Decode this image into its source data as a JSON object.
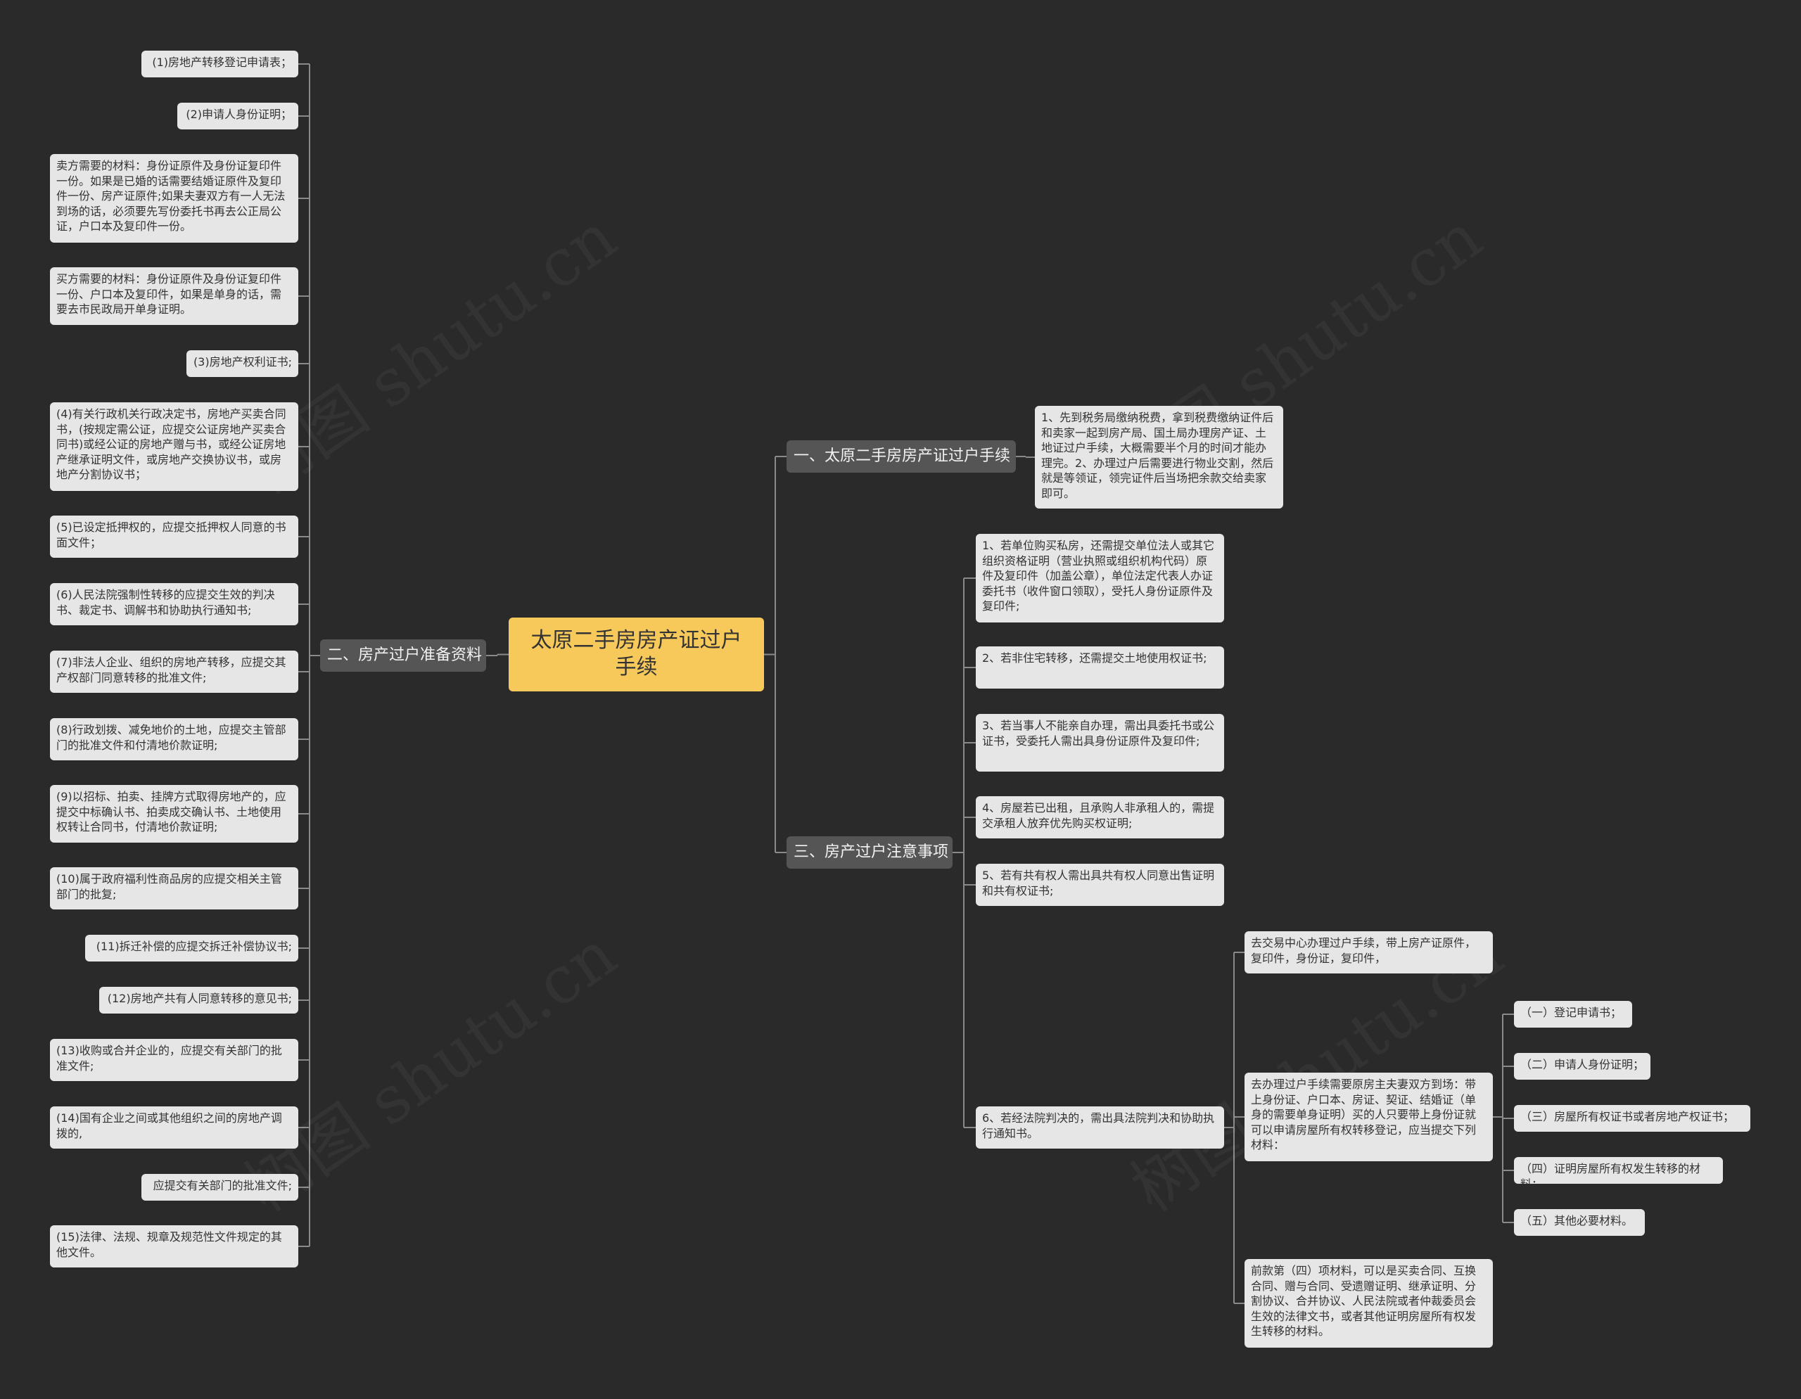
{
  "watermark": "树图 shutu.cn",
  "root": "太原二手房房产证过户手续",
  "branches": {
    "b1": "一、太原二手房房产证过户手续",
    "b2": "二、房产过户准备资料",
    "b3": "三、房产过户注意事项"
  },
  "b1_items": [
    "1、先到税务局缴纳税费，拿到税费缴纳证件后和卖家一起到房产局、国土局办理房产证、土地证过户手续，大概需要半个月的时间才能办理完。2、办理过户后需要进行物业交割，然后就是等领证，领完证件后当场把余款交给卖家即可。"
  ],
  "b2_items": [
    "(1)房地产转移登记申请表；",
    "(2)申请人身份证明；",
    "卖方需要的材料：身份证原件及身份证复印件一份。如果是已婚的话需要结婚证原件及复印件一份、房产证原件;如果夫妻双方有一人无法到场的话，必须要先写份委托书再去公正局公证，户口本及复印件一份。",
    "买方需要的材料：身份证原件及身份证复印件一份、户口本及复印件，如果是单身的话，需要去市民政局开单身证明。",
    "(3)房地产权利证书;",
    "(4)有关行政机关行政决定书，房地产买卖合同书，(按规定需公证，应提交公证房地产买卖合同书)或经公证的房地产赠与书，或经公证房地产继承证明文件，或房地产交换协议书，或房地产分割协议书；",
    "(5)已设定抵押权的，应提交抵押权人同意的书面文件；",
    "(6)人民法院强制性转移的应提交生效的判决书、裁定书、调解书和协助执行通知书;",
    "(7)非法人企业、组织的房地产转移，应提交其产权部门同意转移的批准文件;",
    "(8)行政划拨、减免地价的土地，应提交主管部门的批准文件和付清地价款证明;",
    "(9)以招标、拍卖、挂牌方式取得房地产的，应提交中标确认书、拍卖成交确认书、土地使用权转让合同书，付清地价款证明;",
    "(10)属于政府福利性商品房的应提交相关主管部门的批复;",
    "(11)拆迁补偿的应提交拆迁补偿协议书;",
    "(12)房地产共有人同意转移的意见书;",
    "(13)收购或合并企业的，应提交有关部门的批准文件;",
    "(14)国有企业之间或其他组织之间的房地产调拨的,",
    "应提交有关部门的批准文件;",
    "(15)法律、法规、规章及规范性文件规定的其他文件。"
  ],
  "b3_items": [
    "1、若单位购买私房，还需提交单位法人或其它组织资格证明（营业执照或组织机构代码）原件及复印件（加盖公章），单位法定代表人办证委托书（收件窗口领取），受托人身份证原件及复印件;",
    "2、若非住宅转移，还需提交土地使用权证书;",
    "3、若当事人不能亲自办理，需出具委托书或公证书，受委托人需出具身份证原件及复印件;",
    "4、房屋若已出租，且承购人非承租人的，需提交承租人放弃优先购买权证明;",
    "5、若有共有权人需出具共有权人同意出售证明和共有权证书;",
    "6、若经法院判决的，需出具法院判决和协助执行通知书。"
  ],
  "b3_sub": [
    "去交易中心办理过户手续，带上房产证原件，复印件，身份证，复印件，",
    "去办理过户手续需要原房主夫妻双方到场：带上身份证、户口本、房证、契证、结婚证（单身的需要单身证明）买的人只要带上身份证就可以申请房屋所有权转移登记，应当提交下列材料：",
    "前款第（四）项材料，可以是买卖合同、互换合同、赠与合同、受遗赠证明、继承证明、分割协议、合并协议、人民法院或者仲裁委员会生效的法律文书，或者其他证明房屋所有权发生转移的材料。"
  ],
  "b3_sub_list": [
    "（一）登记申请书；",
    "（二）申请人身份证明；",
    "（三）房屋所有权证书或者房地产权证书；",
    "（四）证明房屋所有权发生转移的材料；",
    "（五）其他必要材料。"
  ]
}
